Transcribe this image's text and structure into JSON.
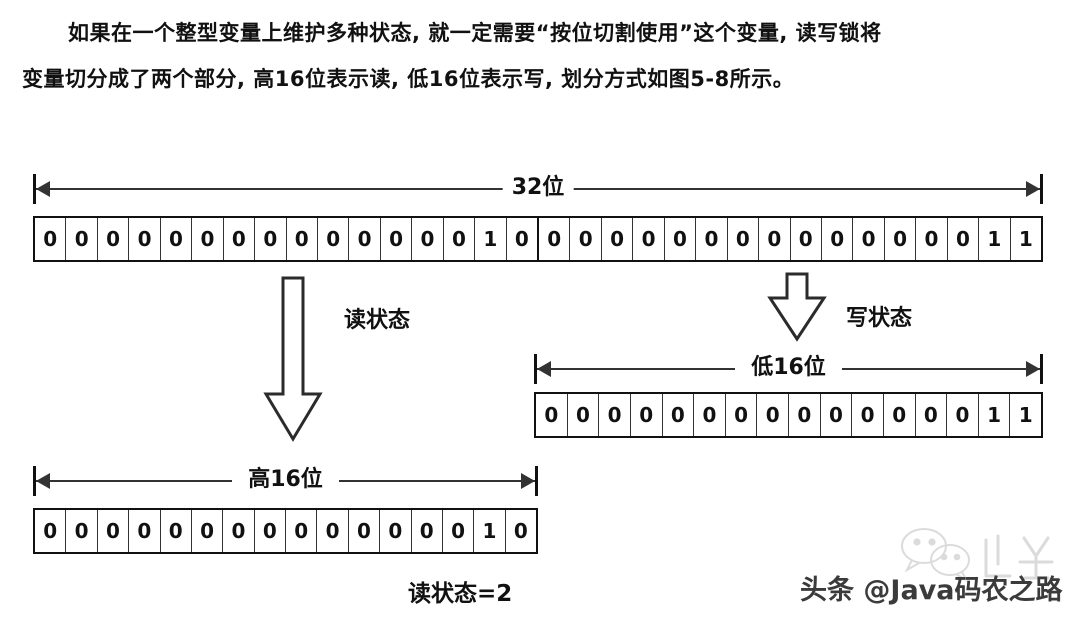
{
  "document": {
    "paragraph_lines": [
      "如果在一个整型变量上维护多种状态, 就一定需要“按位切割使用”这个变量, 读写锁将",
      "变量切分成了两个部分, 高16位表示读, 低16位表示写, 划分方式如图5-8所示。"
    ]
  },
  "diagram": {
    "full_word": {
      "dimension_label": "32位",
      "bits": [
        "0",
        "0",
        "0",
        "0",
        "0",
        "0",
        "0",
        "0",
        "0",
        "0",
        "0",
        "0",
        "0",
        "0",
        "1",
        "0",
        "0",
        "0",
        "0",
        "0",
        "0",
        "0",
        "0",
        "0",
        "0",
        "0",
        "0",
        "0",
        "0",
        "0",
        "1",
        "1"
      ],
      "split_after_index": 15
    },
    "low_half": {
      "dimension_label": "低16位",
      "bits": [
        "0",
        "0",
        "0",
        "0",
        "0",
        "0",
        "0",
        "0",
        "0",
        "0",
        "0",
        "0",
        "0",
        "0",
        "1",
        "1"
      ]
    },
    "high_half": {
      "dimension_label": "高16位",
      "bits": [
        "0",
        "0",
        "0",
        "0",
        "0",
        "0",
        "0",
        "0",
        "0",
        "0",
        "0",
        "0",
        "0",
        "0",
        "1",
        "0"
      ]
    },
    "annotations": {
      "read_state": "读状态",
      "write_state": "写状态",
      "read_state_result": "读状态=2"
    }
  },
  "watermark": {
    "text": "头条 @Java码农之路",
    "logo_name": "wechat-logo"
  },
  "colors": {
    "ink": "#111111",
    "rule": "#333333",
    "page_background": "#ffffff",
    "watermark_text": "#3b3b3b"
  }
}
